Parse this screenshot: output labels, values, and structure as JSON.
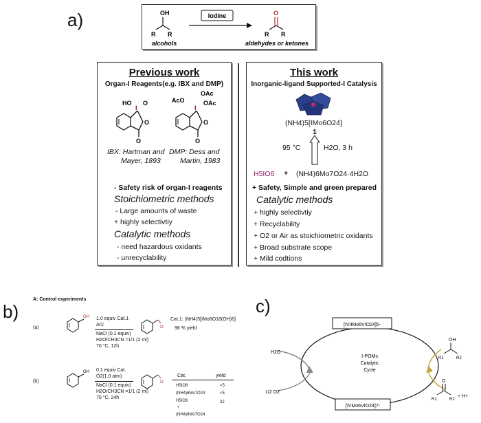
{
  "panel_a": {
    "label": "a)",
    "scheme": {
      "reagent": "Iodine",
      "left_caption": "alcohols",
      "right_caption": "aldehydes or ketones",
      "oh": "OH",
      "o": "O",
      "r1": "R",
      "r2": "R"
    },
    "previous": {
      "title": "Previous work",
      "subtitle": "Organ-I Reagents(e.g. IBX and DMP)",
      "ibx_caption_1": "IBX: Hartman and",
      "ibx_caption_2": "Mayer, 1893",
      "dmp_caption_1": "DMP: Dess and",
      "dmp_caption_2": "Martin, 1983",
      "lines": [
        "- Safety risk of organ-I reagents",
        "Stoichiometric methods",
        "- Large amounts of waste",
        "+ highly selectivtiy",
        "Catalytic methods",
        "- need hazardous oxidants",
        "- unrecyclability"
      ],
      "ibx_labels": [
        "HO",
        "O",
        "O",
        "O"
      ],
      "dmp_labels": [
        "AcO",
        "OAc",
        "OAc",
        "O",
        "O"
      ]
    },
    "this": {
      "title": "This work",
      "subtitle": "Inorganic-ligand Supported-I Catalysis",
      "formula": "(NH4)5[IMo6O24]",
      "compound_number": "1",
      "condition_temp": "95 °C",
      "condition_time": "H2O, 3 h",
      "reactant_1": "H5IO6",
      "plus": "+",
      "reactant_2": "(NH4)6Mo7O24·4H2O",
      "lines": [
        "+ Safety, Simple and green prepared",
        "Catalytic methods",
        "+ highly selectivtiy",
        "+ Recyclability",
        "+ O2 or Air as stoichiometric oxidants",
        "+ Broad substrate scope",
        "+ Mild codtions"
      ]
    }
  },
  "panel_b": {
    "label": "b)",
    "heading": "A: Control experiments",
    "rxn_a": {
      "tag": "(a)",
      "above_1": "1.0 equiv Cat.1",
      "above_2": "Ar2",
      "below_1": "NaCl (0.1 equiv)",
      "below_2": "H2O/CH3CN =1/1 (2 ml)",
      "below_3": "70 °C, 12h",
      "cat": "Cat.1: (NH4)5[IMo6O18(OH)6]",
      "yield": "96 % yield"
    },
    "rxn_b": {
      "tag": "(b)",
      "above_1": "0.1 equiv Cat.",
      "above_2": "O2(1.0 atm)",
      "below_1": "NaCl (0.1 equiv)",
      "below_2": "H2O/CH3CN =1/1 (2 ml)",
      "below_3": "70 °C, 24h",
      "col_cat": "Cat.",
      "col_yield": "yield",
      "rows": [
        {
          "cat": "H5IO6",
          "yield": "<5"
        },
        {
          "cat": "(NH4)6Mo7O24",
          "yield": "<5"
        },
        {
          "cat": "H5IO6",
          "yield": "32"
        },
        {
          "cat": "+",
          "yield": ""
        },
        {
          "cat": "(NH4)6Mo7O24",
          "yield": ""
        }
      ]
    },
    "oh": "OH",
    "o": "O"
  },
  "panel_c": {
    "label": "c)",
    "top_species": "[IVIIMo6VIO24]5-",
    "bottom_species": "[IVMo6VIO24]7-",
    "center": [
      "I-POMs",
      "Catalytic",
      "Cycle"
    ],
    "h2o": "H2O",
    "o2": "1/2  O2",
    "h_plus": "+   H+",
    "r1": "R1",
    "r2": "R2",
    "oh": "OH",
    "o": "O"
  },
  "colors": {
    "iodine_red": "#8b1a1a",
    "polyhedron": "#2b3f8a",
    "arrow_gold": "#c8a23a"
  }
}
